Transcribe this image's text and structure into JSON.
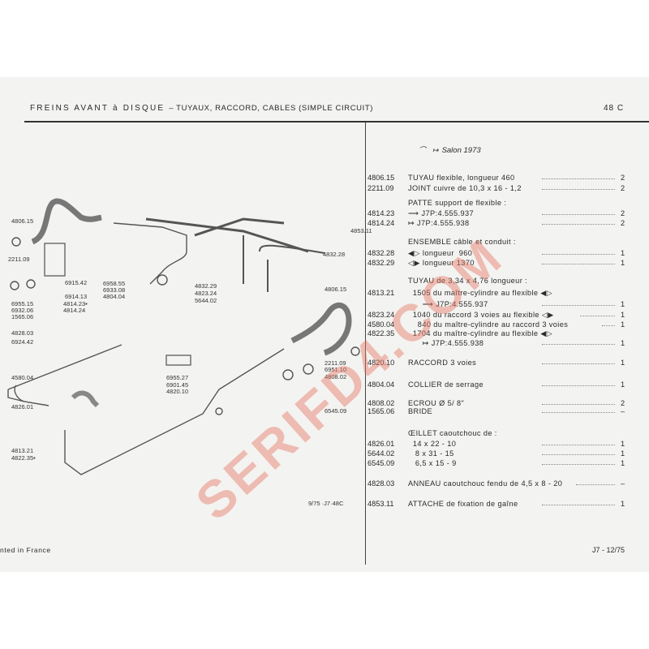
{
  "header": {
    "title": "FREINS AVANT à DISQUE",
    "subtitle": "–  TUYAUX, RACCORD, CABLES (SIMPLE CIRCUIT)",
    "page": "48 C"
  },
  "salon": "Salon 1973",
  "diagram": {
    "labels": [
      "4806.15",
      "2211.09",
      "6915.42",
      "6958.55",
      "6933.08",
      "6914.13",
      "4804.04",
      "4814.23•",
      "4814.24",
      "6955.15",
      "6932.06",
      "1565.06",
      "4828.03",
      "6924.42",
      "4580.04",
      "4826.01",
      "4813.21",
      "4822.35•",
      "4853.11",
      "4832.28",
      "4832.29",
      "4823.24",
      "5644.02",
      "4806.15",
      "2211.09",
      "6951.10",
      "4808.02",
      "6955.27",
      "6901.45",
      "4820.10",
      "6545.09"
    ],
    "code": "9/75 ·J7·48C"
  },
  "parts": {
    "rows": [
      {
        "ref": "4806.15",
        "text": "TUYAU flexible, longueur 460",
        "qty": "2"
      },
      {
        "ref": "2211.09",
        "text": "JOINT cuivre de 10,3 x 16 - 1,2",
        "qty": "2"
      },
      {
        "ref": "",
        "text": "PATTE support de flexible :",
        "qty": ""
      },
      {
        "ref": "4814.23",
        "text": "⟶ J7P:4.555.937",
        "qty": "2"
      },
      {
        "ref": "4814.24",
        "text": "↦ J7P:4.555.938",
        "qty": "2"
      },
      {
        "ref": "",
        "text": "ENSEMBLE câble et conduit :",
        "qty": ""
      },
      {
        "ref": "4832.28",
        "text": "◀▷ longueur  960",
        "qty": "1"
      },
      {
        "ref": "4832.29",
        "text": "◁▶ longueur 1370",
        "qty": "1"
      },
      {
        "ref": "",
        "text": "TUYAU de 3,34 x 4,76 longueur :",
        "qty": ""
      },
      {
        "ref": "4813.21",
        "text": "  1505 du maître-cylindre au flexible ◀▷",
        "qty": ""
      },
      {
        "ref": "",
        "text": "      ⟶ J7P:4.555.937",
        "qty": "1"
      },
      {
        "ref": "4823.24",
        "text": "  1040 du raccord 3 voies au flexible ◁▶",
        "qty": "1"
      },
      {
        "ref": "4580.04",
        "text": "    840 du maître-cylindre au raccord 3 voies",
        "qty": "1"
      },
      {
        "ref": "4822.35",
        "text": "  1704 du maître-cylindre au flexible ◀▷",
        "qty": ""
      },
      {
        "ref": "",
        "text": "      ↦ J7P:4.555.938",
        "qty": "1"
      },
      {
        "ref": "4820.10",
        "text": "RACCORD 3 voies",
        "qty": "1"
      },
      {
        "ref": "4804.04",
        "text": "COLLIER de serrage",
        "qty": "1"
      },
      {
        "ref": "4808.02",
        "text": "ECROU Ø 5/ 8\"",
        "qty": "2"
      },
      {
        "ref": "1565.06",
        "text": "BRIDE",
        "qty": "–"
      },
      {
        "ref": "",
        "text": "ŒILLET caoutchouc de :",
        "qty": ""
      },
      {
        "ref": "4826.01",
        "text": "  14 x 22 - 10",
        "qty": "1"
      },
      {
        "ref": "5644.02",
        "text": "   8 x 31 - 15",
        "qty": "1"
      },
      {
        "ref": "6545.09",
        "text": "   6,5 x 15 - 9",
        "qty": "1"
      },
      {
        "ref": "4828.03",
        "text": "ANNEAU caoutchouc fendu de 4,5 x 8 - 20",
        "qty": "–"
      },
      {
        "ref": "4853.11",
        "text": "ATTACHE de fixation de gaîne",
        "qty": "1"
      }
    ]
  },
  "footer": {
    "left": "nted in France",
    "right": "J7 - 12/75"
  },
  "watermark": "SERIFD4.COM"
}
